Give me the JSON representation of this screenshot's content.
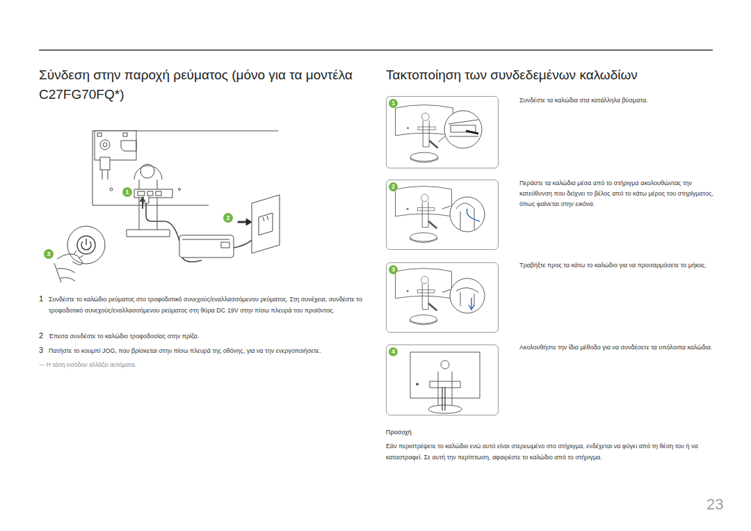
{
  "diagram": {
    "nodes": [
      {
        "text": [
          "1"
        ]
      },
      {
        "text": [
          "2"
        ]
      },
      {
        "text": [
          "3"
        ]
      },
      {
        "text": [
          "4"
        ]
      }
    ],
    "labels": [
      "Σύνδεση στην παροχή ρεύματος (μόνο για τα μοντέλα C27FG70FQ*)",
      "1",
      "2",
      "3",
      "1",
      "Συνδέστε το καλώδιο ρεύματος στο τροφοδοτικό συνεχούς/εναλλασσόμενου ρεύματος. Στη συνέχεια, συνδέστε το τροφοδοτικό συνεχούς/εναλλασσόμενου ρεύματος στη θύρα DC 19V στην πίσω πλευρά του προϊόντος.",
      "2",
      "Έπειτα συνδέστε το καλώδιο τροφοδοσίας στην πρίζα.",
      "3",
      "Πατήστε το κουμπί JOG, που βρίσκεται στην πίσω πλευρά της οθόνης, για να την ενεργοποιήσετε.",
      "― Η τάση εισόδου αλλάζει αυτόματα.",
      "Τακτοποίηση των συνδεδεμένων καλωδίων",
      "Συνδέστε τα καλώδια στα κατάλληλα βύσματα.",
      "Περάστε τα καλώδια μέσα από το στήριγμα ακολουθώντας την κατεύθυνση που δείχνει το βέλος από το κάτω μέρος του στηρίγματος, όπως φαίνεται στην εικόνα.",
      "Τραβήξτε προς τα κάτω το καλώδιο για να προσαρμόσετε το μήκος.",
      "Ακολουθήστε την ίδια μέθοδο για να συνδέσετε τα υπόλοιπα καλώδια.",
      "Προσοχή",
      "Εάν περιστρέψετε το καλώδιο ενώ αυτό είναι στερεωμένο στο στήριγμα, ενδέχεται να φύγει από τη θέση του ή να καταστραφεί. Σε αυτή την περίπτωση, αφαιρέστε το καλώδιο από το στήριγμα.",
      "23"
    ]
  }
}
